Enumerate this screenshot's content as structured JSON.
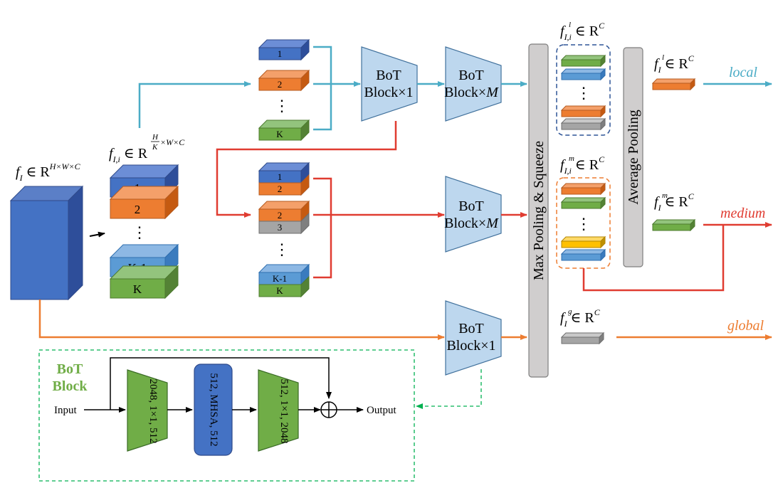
{
  "colors": {
    "blue": "#4472C4",
    "light_blue": "#5B9BD5",
    "orange": "#ED7D31",
    "green": "#70AD47",
    "gray": "#A5A5A5",
    "yellow": "#FFC000",
    "trapezoid": "#BDD7EE",
    "pool_bar": "#D0CECE",
    "local_line": "#4BACC6",
    "medium_line": "#E03C31",
    "global_line": "#ED7D31",
    "bot_block_border": "#00B050",
    "bot_label": "#70AD47"
  },
  "input": {
    "feature_label_main": "f",
    "feature_label_sub": "I",
    "feature_label_rest": " ∈ R",
    "feature_label_sup": "H×W×C"
  },
  "split": {
    "label_main": "f",
    "label_sub": "I,i",
    "label_rest": " ∈ R",
    "label_sup_num": "H",
    "label_sup_den": "K",
    "label_sup_rest": "×W×C",
    "stripe_1": "1",
    "stripe_2": "2",
    "stripe_k1": "K-1",
    "stripe_k": "K",
    "dots": "⋮"
  },
  "local_branch": {
    "stripe_1": "1",
    "stripe_2": "2",
    "stripe_k": "K",
    "dots": "⋮",
    "bot1_line1": "BoT",
    "bot1_line2": "Block×1",
    "botm_line1": "BoT",
    "botm_line2_a": "Block×",
    "botm_line2_b": "M",
    "feature_main": "f",
    "feature_sub": "I,i",
    "feature_sup": "l",
    "feature_rest": " ∈ R",
    "feature_sup_c": "C",
    "output_main": "f",
    "output_sub": "I",
    "output_sup": "l",
    "output_rest": " ∈ R",
    "output_sup_c": "C",
    "output_label": "local"
  },
  "medium_branch": {
    "pair1_top": "1",
    "pair1_bottom": "2",
    "pair2_top": "2",
    "pair2_bottom": "3",
    "pair3_top": "K-1",
    "pair3_bottom": "K",
    "dots": "⋮",
    "botm_line1": "BoT",
    "botm_line2_a": "Block×",
    "botm_line2_b": "M",
    "feature_main": "f",
    "feature_sub": "I,i",
    "feature_sup": "m",
    "feature_rest": " ∈ R",
    "feature_sup_c": "C",
    "output_main": "f",
    "output_sub": "I",
    "output_sup": "m",
    "output_rest": " ∈ R",
    "output_sup_c": "C",
    "output_label": "medium"
  },
  "global_branch": {
    "bot1_line1": "BoT",
    "bot1_line2": "Block×1",
    "output_main": "f",
    "output_sub": "I",
    "output_sup": "g",
    "output_rest": " ∈ R",
    "output_sup_c": "C",
    "output_label": "global"
  },
  "pooling": {
    "max_pool_label": "Max Pooling & Squeeze",
    "avg_pool_label": "Average Pooling"
  },
  "bot_block_detail": {
    "title_line1": "BoT",
    "title_line2": "Block",
    "input_label": "Input",
    "output_label": "Output",
    "conv1_label": "2048, 1×1, 512",
    "mhsa_label": "512, MHSA, 512",
    "conv2_label": "512, 1×1, 2048"
  }
}
